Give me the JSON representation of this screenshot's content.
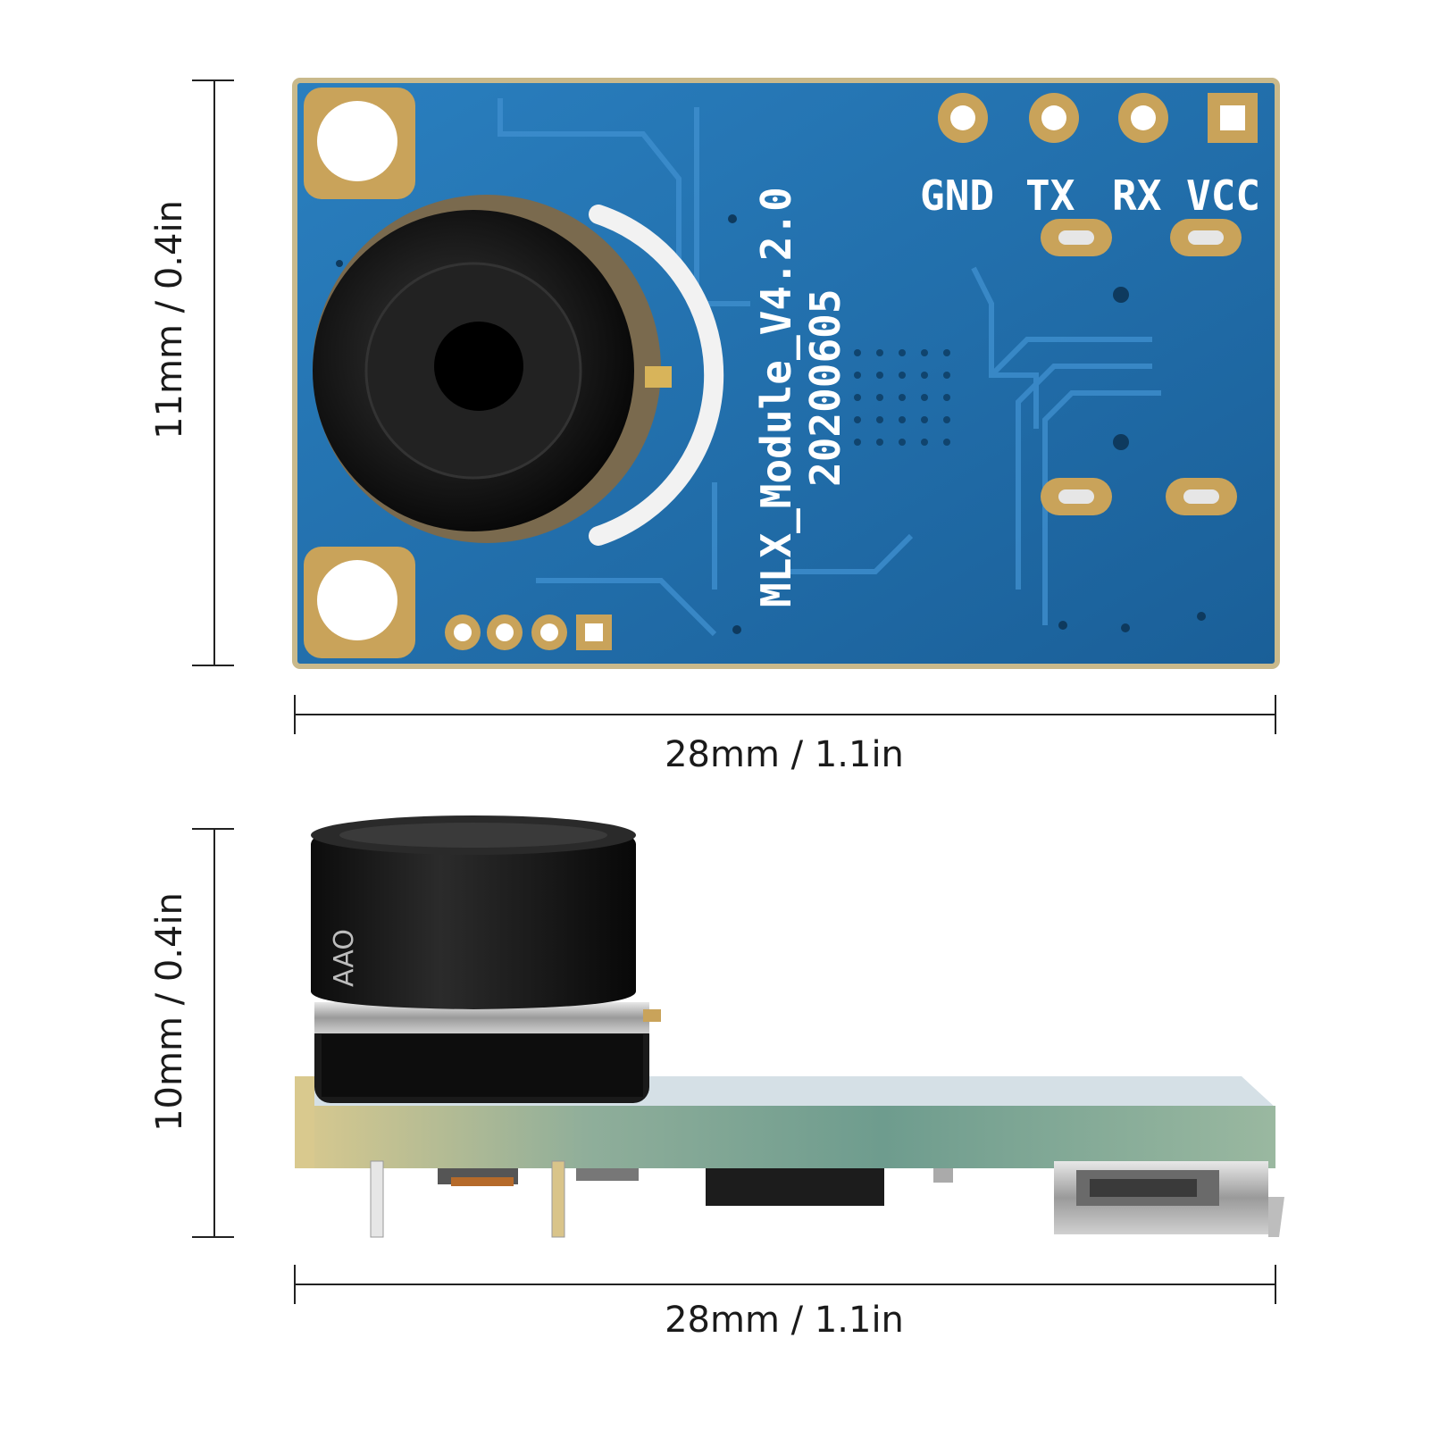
{
  "dimensions": {
    "top_height": "11mm / 0.4in",
    "top_width": "28mm / 1.1in",
    "bottom_height": "10mm / 0.4in",
    "bottom_width": "28mm / 1.1in"
  },
  "board": {
    "pin_labels": [
      "GND",
      "TX",
      "RX",
      "VCC"
    ],
    "silkscreen_line1": "MLX_Module_V4.2.0",
    "silkscreen_line2": "20200605",
    "lens_marking": "AAO"
  },
  "colors": {
    "pcb_blue": "#1e6fae",
    "pad_gold": "#c9a35a",
    "lens_black": "#1a1a1a",
    "dim_line": "#222222",
    "board_edge": "#c8b98a"
  }
}
